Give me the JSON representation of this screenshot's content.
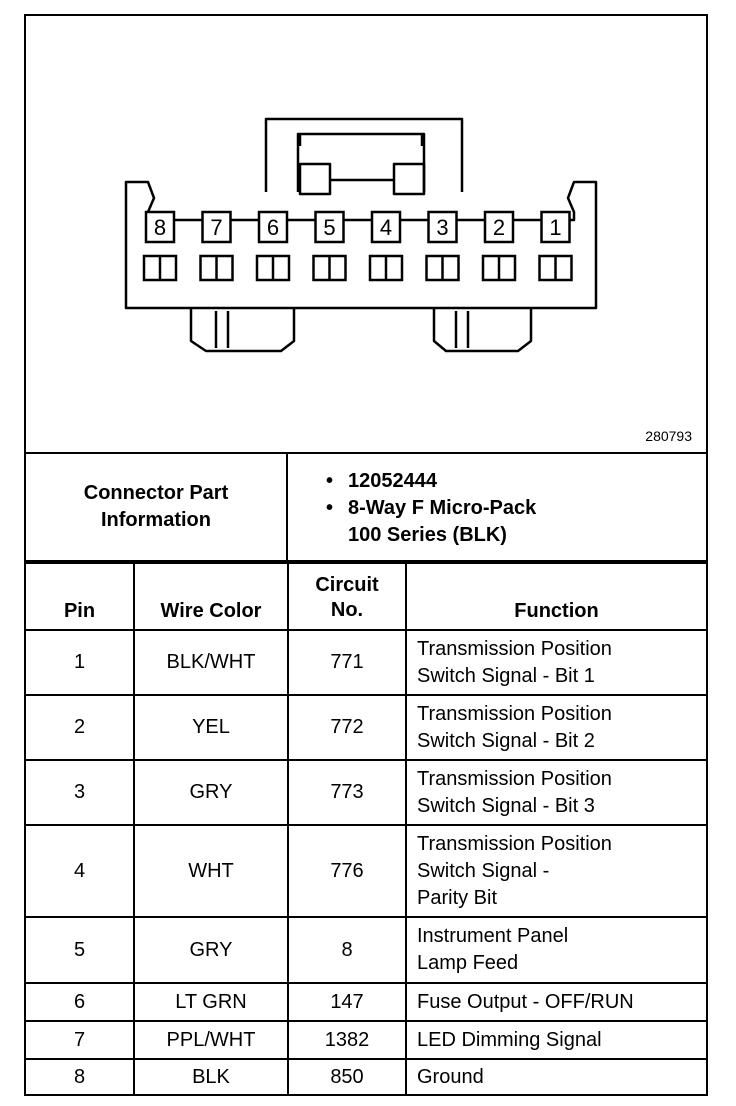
{
  "figure_id": "280793",
  "connector": {
    "pin_labels": [
      "8",
      "7",
      "6",
      "5",
      "4",
      "3",
      "2",
      "1"
    ]
  },
  "connector_info": {
    "label": "Connector Part Information",
    "items": [
      "12052444",
      "8-Way F Micro-Pack",
      "100 Series (BLK)"
    ]
  },
  "table": {
    "headers": {
      "pin": "Pin",
      "wire_color": "Wire Color",
      "circuit_line1": "Circuit",
      "circuit_line2": "No.",
      "function": "Function"
    },
    "rows": [
      {
        "pin": "1",
        "wire_color": "BLK/WHT",
        "circuit": "771",
        "function": "Transmission Position\nSwitch Signal - Bit 1"
      },
      {
        "pin": "2",
        "wire_color": "YEL",
        "circuit": "772",
        "function": "Transmission Position\nSwitch Signal - Bit 2"
      },
      {
        "pin": "3",
        "wire_color": "GRY",
        "circuit": "773",
        "function": "Transmission Position\nSwitch Signal - Bit 3"
      },
      {
        "pin": "4",
        "wire_color": "WHT",
        "circuit": "776",
        "function": "Transmission Position\nSwitch Signal -\nParity Bit"
      },
      {
        "pin": "5",
        "wire_color": "GRY",
        "circuit": "8",
        "function": "Instrument Panel\nLamp Feed"
      },
      {
        "pin": "6",
        "wire_color": "LT GRN",
        "circuit": "147",
        "function": "Fuse Output - OFF/RUN"
      },
      {
        "pin": "7",
        "wire_color": "PPL/WHT",
        "circuit": "1382",
        "function": "LED Dimming Signal"
      },
      {
        "pin": "8",
        "wire_color": "BLK",
        "circuit": "850",
        "function": "Ground"
      }
    ]
  }
}
